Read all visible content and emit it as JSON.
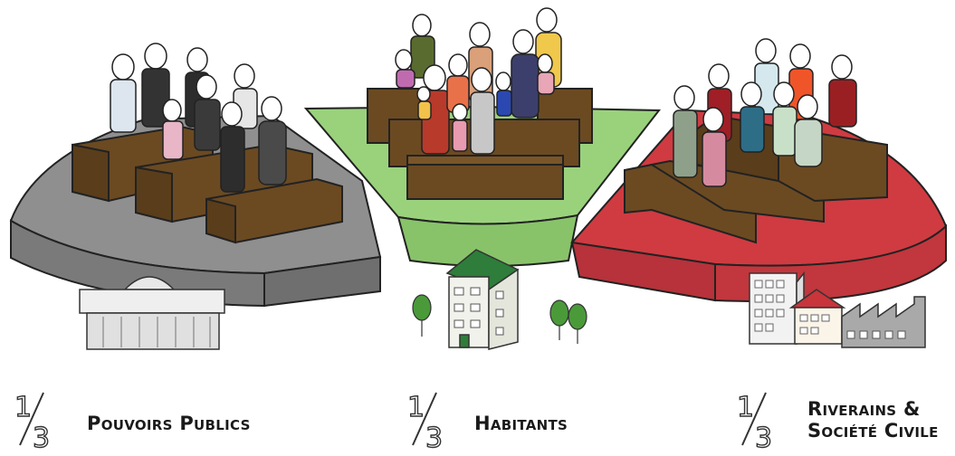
{
  "colors": {
    "public": "#8a8a8a",
    "residents": "#8ec96f",
    "civil_society": "#c8353b",
    "bench": "#6b4a22"
  },
  "legend": [
    {
      "fraction_num": "1",
      "fraction_den": "3",
      "label": "Pouvoirs Publics"
    },
    {
      "fraction_num": "1",
      "fraction_den": "3",
      "label": "Habitants"
    },
    {
      "fraction_num": "1",
      "fraction_den": "3",
      "label_line1": "Riverains &",
      "label_line2": "Société Civile"
    }
  ]
}
